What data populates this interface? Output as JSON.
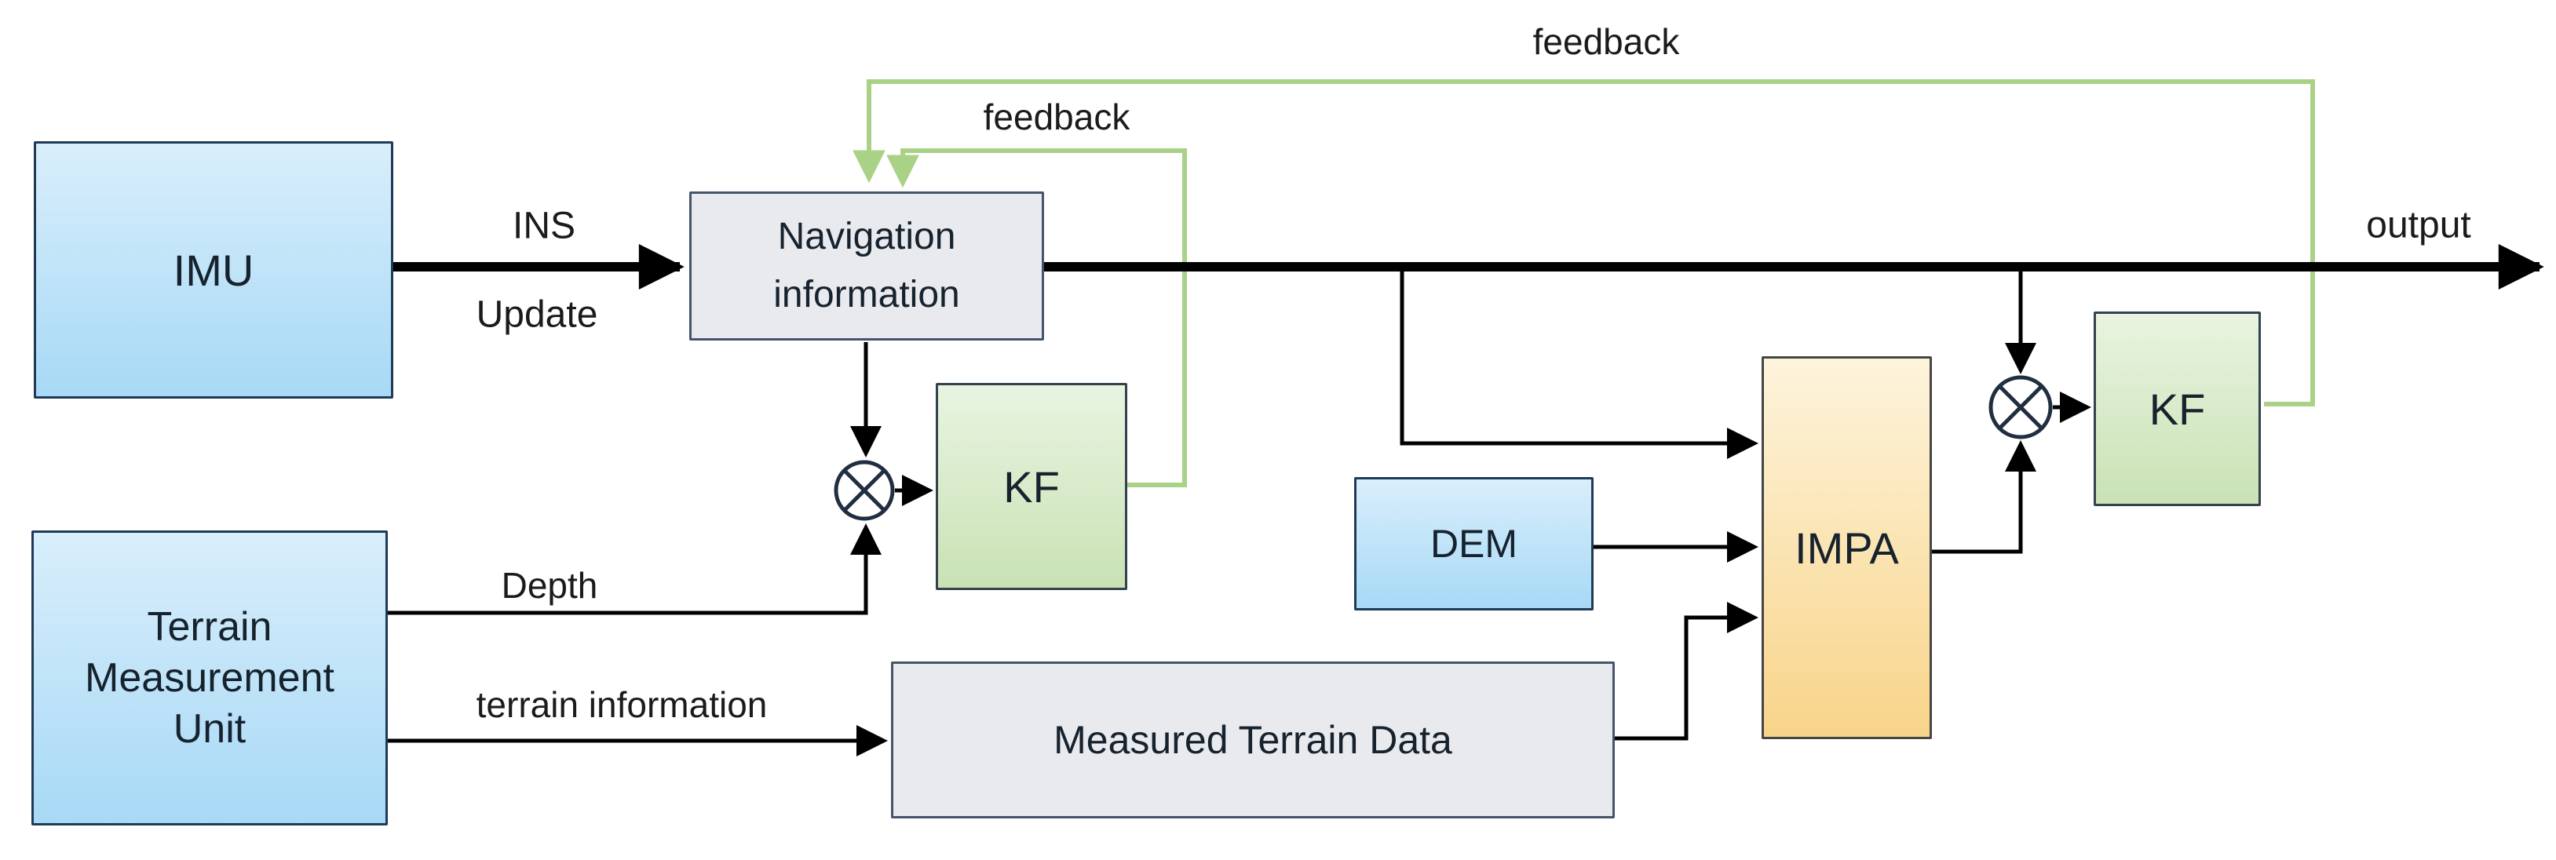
{
  "blocks": {
    "imu": {
      "label": "IMU"
    },
    "terrain_measurement_unit": {
      "label_lines": [
        "Terrain",
        "Measurement",
        "Unit"
      ]
    },
    "navigation_information": {
      "label_lines": [
        "Navigation",
        "information"
      ]
    },
    "kf_left": {
      "label": "KF"
    },
    "measured_terrain_data": {
      "label": "Measured Terrain Data"
    },
    "dem": {
      "label": "DEM"
    },
    "impa": {
      "label": "IMPA"
    },
    "kf_right": {
      "label": "KF"
    }
  },
  "edge_labels": {
    "ins": "INS",
    "update": "Update",
    "feedback_inner": "feedback",
    "feedback_top": "feedback",
    "output": "output",
    "depth": "Depth",
    "terrain_information": "terrain information"
  },
  "theme": {
    "canvas-bg": "#ffffff",
    "line-black": "#000000",
    "line-green": "#a9d287",
    "blue-light": "#d9eefb",
    "blue-deep": "#a7d9f6",
    "green-light": "#e9f4e1",
    "green-deep": "#c9e2b4",
    "orange-light": "#fdf4dc",
    "orange-deep": "#f8d489",
    "gray-fill": "#e9eaed",
    "border-blue": "#1f3a57",
    "border-slate": "#44546a",
    "border-green": "#33424f",
    "border-orange": "#454545",
    "text-dark": "#16222e",
    "label-color": "#1b1b1b"
  }
}
